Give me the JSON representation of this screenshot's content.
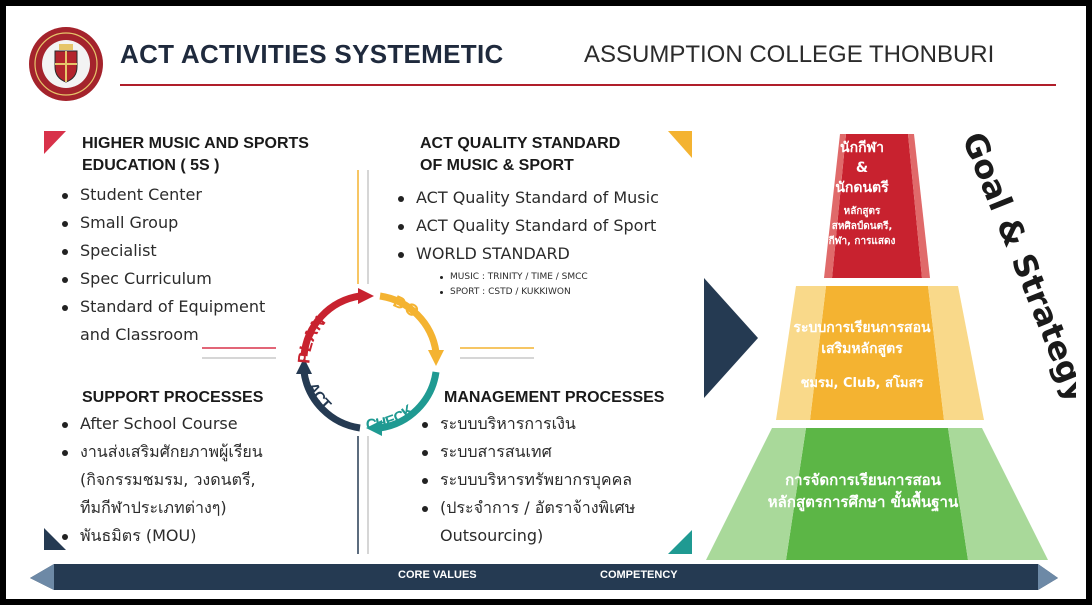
{
  "header": {
    "title": "ACT ACTIVITIES SYSTEMETIC",
    "subtitle": "ASSUMPTION COLLEGE THONBURI"
  },
  "colors": {
    "navy": "#253a52",
    "red": "#c8222f",
    "orange": "#f4b331",
    "teal": "#1f9a92",
    "green": "#5cb646"
  },
  "quadrants": {
    "top_left": {
      "heading": [
        "HIGHER MUSIC AND SPORTS",
        "EDUCATION ( 5S )"
      ],
      "items": [
        "Student Center",
        "Small Group",
        "Specialist",
        "Spec Curriculum",
        "Standard of Equipment",
        "and Classroom"
      ]
    },
    "top_right": {
      "heading": [
        "ACT QUALITY STANDARD",
        "OF MUSIC & SPORT"
      ],
      "items": [
        "ACT Quality Standard of Music",
        "ACT Quality Standard of Sport",
        "WORLD STANDARD"
      ],
      "subitems": [
        "MUSIC : TRINITY / TIME / SMCC",
        "SPORT : CSTD / KUKKIWON"
      ]
    },
    "bottom_left": {
      "heading": "SUPPORT PROCESSES",
      "items": [
        "After School Course",
        "งานส่งเสริมศักยภาพผู้เรียน",
        "(กิจกรรมชมรม, วงดนตรี,",
        "ทีมกีฬาประเภทต่างๆ)",
        "พันธมิตร (MOU)"
      ]
    },
    "bottom_right": {
      "heading": "MANAGEMENT PROCESSES",
      "items": [
        "ระบบบริหารการเงิน",
        "ระบบสารสนเทศ",
        "ระบบบริหารทรัพยากรบุคคล",
        "(ประจำการ / อัตราจ้างพิเศษ",
        "Outsourcing)"
      ]
    }
  },
  "cycle": {
    "plan": "PLAN",
    "do": "DO",
    "check": "CHECK",
    "act": "ACT"
  },
  "pyramid": {
    "top": [
      "นักกีฬา",
      "&",
      "นักดนตรี"
    ],
    "top_sub": [
      "หลักสูตร",
      "สหศิลป์ดนตรี,",
      "กีฬา, การแสดง"
    ],
    "middle": [
      "ระบบการเรียนการสอน",
      "เสริมหลักสูตร"
    ],
    "middle_sub": "ชมรม, Club, สโมสร",
    "bottom": [
      "การจัดการเรียนการสอน",
      "หลักสูตรการศึกษา ขั้นพื้นฐาน"
    ],
    "side_label": "Goal & Strategy"
  },
  "base": {
    "left_label": "CORE VALUES",
    "right_label": "COMPETENCY"
  }
}
